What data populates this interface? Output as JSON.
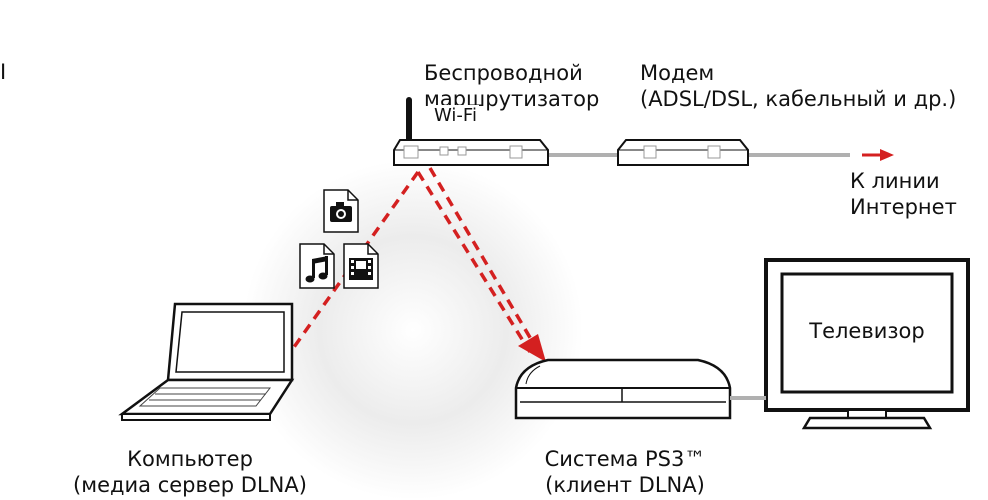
{
  "router": {
    "line1": "Беспроводной",
    "line2": "маршрутизатор",
    "line3": "Wi-Fi"
  },
  "modem": {
    "line1": "Модем",
    "line2": "(ADSL/DSL, кабельный и др.)"
  },
  "internet": {
    "line1": "К линии",
    "line2": "Интернет"
  },
  "tv": {
    "label": "Телевизор"
  },
  "computer": {
    "line1": "Компьютер",
    "line2": "(медиа сервер DLNA)"
  },
  "ps3": {
    "line1": "Система PS3™",
    "line2": "(клиент DLNA)"
  },
  "edge_mark": "I",
  "colors": {
    "link": "#d42020",
    "outline": "#111111",
    "cable": "#b0b0b0",
    "halo": "#dedede"
  },
  "icons": [
    "camera-icon",
    "music-note-icon",
    "film-icon"
  ]
}
